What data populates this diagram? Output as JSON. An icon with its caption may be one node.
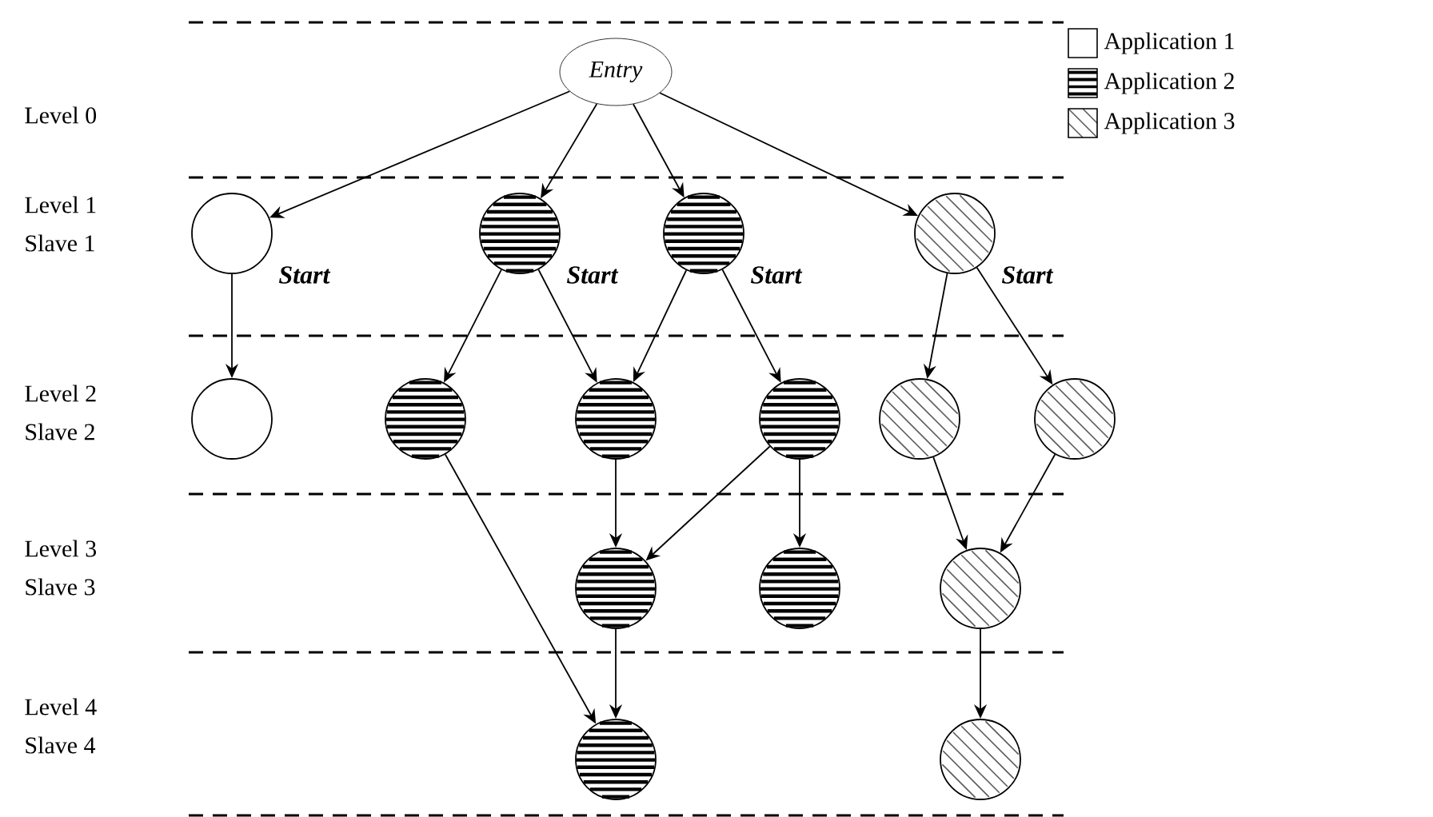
{
  "diagram": {
    "nodes": [
      {
        "text": [
          "Entry"
        ]
      },
      {
        "text": [],
        "shape": "circle",
        "beside": [
          "Start"
        ]
      },
      {
        "text": [],
        "shape": "circle",
        "beside": [
          "Start"
        ]
      },
      {
        "text": [],
        "shape": "circle",
        "beside": [
          "Start"
        ]
      },
      {
        "text": [],
        "shape": "circle",
        "beside": [
          "Start"
        ]
      },
      {
        "text": [],
        "shape": "circle"
      },
      {
        "text": [],
        "shape": "circle"
      },
      {
        "text": [],
        "shape": "circle"
      },
      {
        "text": [],
        "shape": "circle"
      },
      {
        "text": [],
        "shape": "circle"
      },
      {
        "text": [],
        "shape": "circle"
      },
      {
        "text": [],
        "shape": "circle"
      },
      {
        "text": [],
        "shape": "circle"
      },
      {
        "text": [],
        "shape": "circle"
      },
      {
        "text": [],
        "shape": "circle"
      },
      {
        "text": [],
        "shape": "circle"
      }
    ],
    "edges": [
      {
        "from": 0,
        "to": 1,
        "arrow": "to"
      },
      {
        "from": 0,
        "to": 2,
        "arrow": "to"
      },
      {
        "from": 0,
        "to": 3,
        "arrow": "to"
      },
      {
        "from": 0,
        "to": 4,
        "arrow": "to"
      },
      {
        "from": 1,
        "to": 5,
        "arrow": "to"
      },
      {
        "from": 2,
        "to": 6,
        "arrow": "to"
      },
      {
        "from": 2,
        "to": 7,
        "arrow": "to"
      },
      {
        "from": 3,
        "to": 7,
        "arrow": "to"
      },
      {
        "from": 3,
        "to": 8,
        "arrow": "to"
      },
      {
        "from": 4,
        "to": 9,
        "arrow": "to"
      },
      {
        "from": 4,
        "to": 10,
        "arrow": "to"
      },
      {
        "from": 6,
        "to": 14,
        "arrow": "to"
      },
      {
        "from": 7,
        "to": 11,
        "arrow": "to"
      },
      {
        "from": 8,
        "to": 11,
        "arrow": "to"
      },
      {
        "from": 8,
        "to": 12,
        "arrow": "to"
      },
      {
        "from": 9,
        "to": 13,
        "arrow": "to"
      },
      {
        "from": 10,
        "to": 13,
        "arrow": "to"
      },
      {
        "from": 11,
        "to": 14,
        "arrow": "to"
      },
      {
        "from": 13,
        "to": 15,
        "arrow": "to"
      }
    ],
    "labels": [
      "Level 0",
      "Level 1",
      "Slave 1",
      "Level 2",
      "Slave 2",
      "Level 3",
      "Slave 3",
      "Level 4",
      "Slave 4"
    ],
    "legend": [
      {
        "text": "Application 1"
      },
      {
        "text": "Application 2"
      },
      {
        "text": "Application 3"
      }
    ]
  }
}
